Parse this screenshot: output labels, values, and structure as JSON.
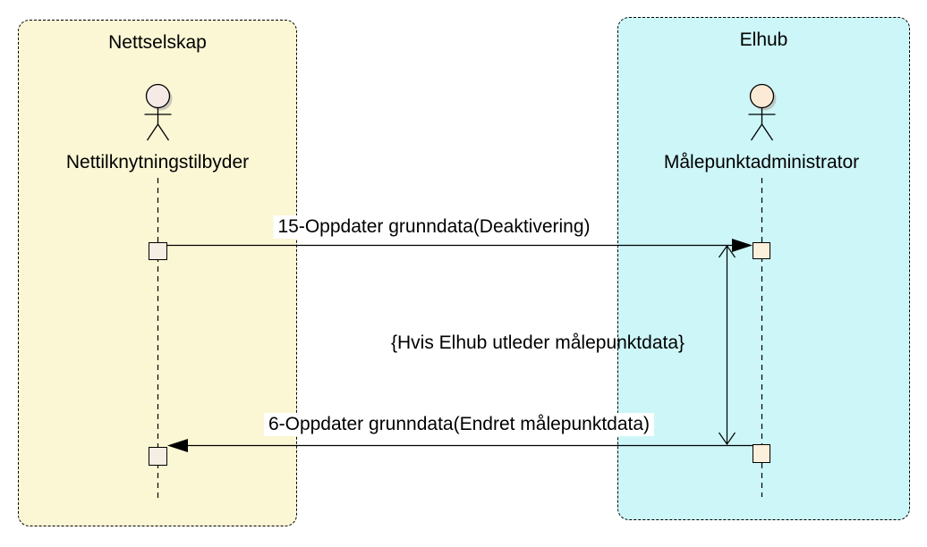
{
  "diagram_type": "uml-sequence-diagram",
  "colors": {
    "canvas-bg": "#ffffff",
    "participant-left-fill": "#FBF7D4",
    "participant-right-fill": "#CDF6F8",
    "border": "#000000",
    "activation-left-fill": "#F6EDE4",
    "activation-right-fill": "#FCEFDC",
    "actor-left-head-fill": "#F5EAE6",
    "actor-right-head-fill": "#FBEBD6",
    "label-bg": "#ffffff",
    "text": "#000000"
  },
  "participants": [
    {
      "title": "Nettselskap",
      "actor_label": "Nettilknytningstilbyder"
    },
    {
      "title": "Elhub",
      "actor_label": "Målepunktadministrator"
    }
  ],
  "messages": [
    {
      "label": "15-Oppdater grunndata(Deaktivering)",
      "from": "Nettilknytningstilbyder",
      "to": "Målepunktadministrator",
      "direction": "left-to-right",
      "arrowhead": "filled"
    },
    {
      "label": "6-Oppdater grunndata(Endret målepunktdata)",
      "from": "Målepunktadministrator",
      "to": "Nettilknytningstilbyder",
      "direction": "right-to-left",
      "arrowhead": "filled"
    }
  ],
  "constraint": {
    "label": "{Hvis Elhub utleder målepunktdata}"
  }
}
